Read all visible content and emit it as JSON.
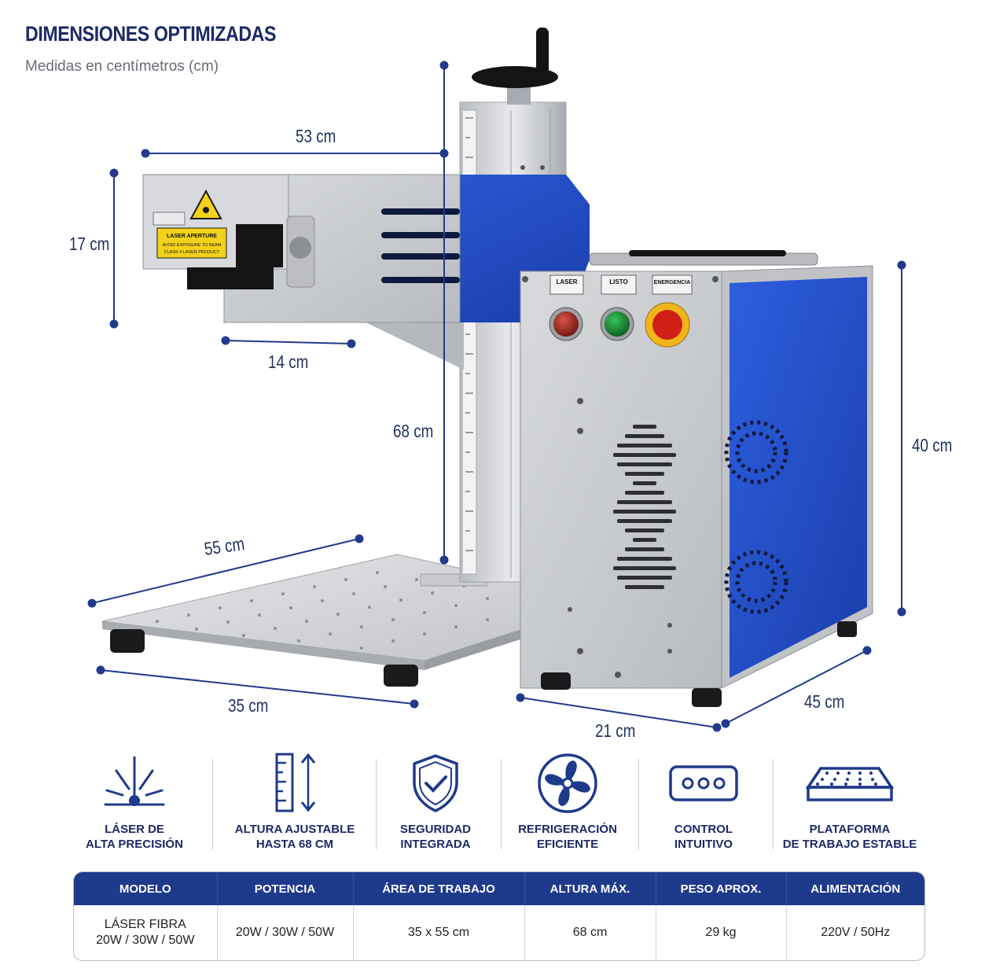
{
  "header": {
    "title": "DIMENSIONES OPTIMIZADAS",
    "subtitle": "Medidas en centímetros (cm)"
  },
  "panel_labels": {
    "laser": "LASER",
    "ready": "LISTO",
    "emergency": "ENERGENCIA",
    "aperture_line1": "LASER APERTURE",
    "aperture_line2": "AVOID EXPOSURE TO BEAM",
    "aperture_line3": "CLASS 4 LASER PRODUCT"
  },
  "dimensions": {
    "head_width": "53 cm",
    "head_height": "17 cm",
    "head_depth": "14 cm",
    "column_height": "68 cm",
    "base_depth": "55 cm",
    "base_width": "35 cm",
    "cabinet_height": "40 cm",
    "cabinet_width": "21 cm",
    "cabinet_depth": "45 cm"
  },
  "colors": {
    "navy": "#1e3a8a",
    "machine_blue": "#2a52c9",
    "steel": "#c8cacd",
    "dimension_line": "#223a8c"
  },
  "features": [
    {
      "icon": "laser-beam-icon",
      "line1": "LÁSER DE",
      "line2": "ALTA PRECISIÓN"
    },
    {
      "icon": "ruler-height-icon",
      "line1": "ALTURA AJUSTABLE",
      "line2": "HASTA 68 CM"
    },
    {
      "icon": "shield-check-icon",
      "line1": "SEGURIDAD",
      "line2": "INTEGRADA"
    },
    {
      "icon": "fan-icon",
      "line1": "REFRIGERACIÓN",
      "line2": "EFICIENTE"
    },
    {
      "icon": "control-panel-icon",
      "line1": "CONTROL",
      "line2": "INTUITIVO"
    },
    {
      "icon": "work-platform-icon",
      "line1": "PLATAFORMA",
      "line2": "DE TRABAJO ESTABLE"
    }
  ],
  "spec_table": {
    "headers": [
      "MODELO",
      "POTENCIA",
      "ÁREA DE TRABAJO",
      "ALTURA MÁX.",
      "PESO APROX.",
      "ALIMENTACIÓN"
    ],
    "row": {
      "model_line1": "LÁSER FIBRA",
      "model_line2": "20W / 30W / 50W",
      "power": "20W / 30W / 50W",
      "work_area": "35 x 55 cm",
      "max_height": "68 cm",
      "weight": "29 kg",
      "power_supply": "220V / 50Hz"
    }
  }
}
